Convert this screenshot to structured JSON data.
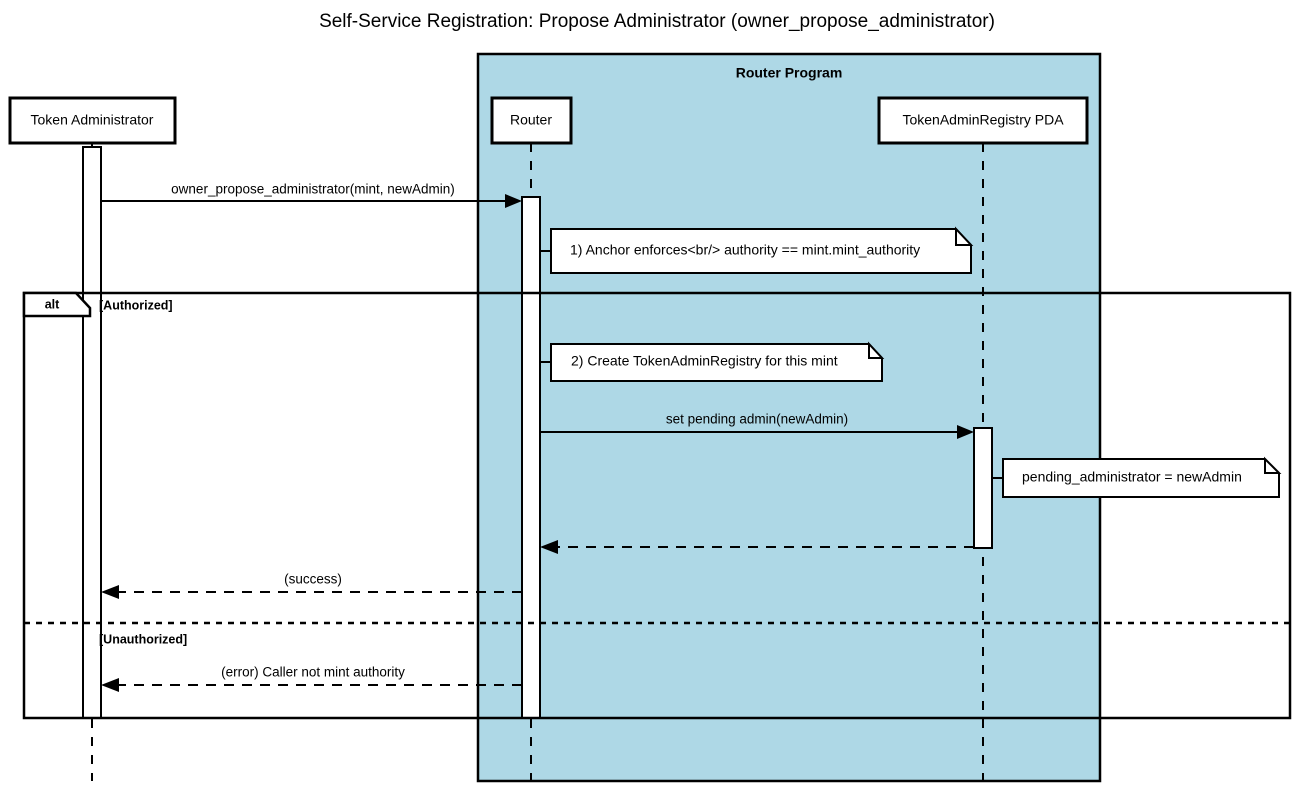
{
  "diagram": {
    "type": "sequence-diagram",
    "title": "Self-Service Registration: Propose Administrator (owner_propose_administrator)",
    "background_color": "#ffffff",
    "group_fill_color": "#aed8e6",
    "line_color": "#000000"
  },
  "group_box": {
    "label": "Router Program",
    "color": "#aed8e6"
  },
  "participants": [
    {
      "id": "admin",
      "label": "Token Administrator",
      "in_group": false
    },
    {
      "id": "router",
      "label": "Router",
      "in_group": true
    },
    {
      "id": "pda",
      "label": "TokenAdminRegistry PDA",
      "in_group": true
    }
  ],
  "messages": [
    {
      "id": "m1",
      "label": "owner_propose_administrator(mint, newAdmin)",
      "from": "admin",
      "to": "router",
      "style": "solid",
      "arrow": "filled"
    },
    {
      "id": "m2",
      "label": "set pending admin(newAdmin)",
      "from": "router",
      "to": "pda",
      "style": "solid",
      "arrow": "filled"
    },
    {
      "id": "m3",
      "label": "",
      "from": "pda",
      "to": "router",
      "style": "dashed",
      "arrow": "filled"
    },
    {
      "id": "m4",
      "label": "(success)",
      "from": "router",
      "to": "admin",
      "style": "dashed",
      "arrow": "filled"
    },
    {
      "id": "m5",
      "label": "(error) Caller not mint authority",
      "from": "router",
      "to": "admin",
      "style": "dashed",
      "arrow": "filled"
    }
  ],
  "notes": [
    {
      "id": "n1",
      "text": "1) Anchor enforces<br/> authority == mint.mint_authority",
      "anchor": "router",
      "side": "right"
    },
    {
      "id": "n2",
      "text": "2) Create TokenAdminRegistry for this mint",
      "anchor": "router",
      "side": "right"
    },
    {
      "id": "n3",
      "text": "pending_administrator = newAdmin",
      "anchor": "pda",
      "side": "right"
    }
  ],
  "fragment": {
    "operator": "alt",
    "branches": [
      {
        "guard": "[Authorized]"
      },
      {
        "guard": "[Unauthorized]"
      }
    ]
  }
}
